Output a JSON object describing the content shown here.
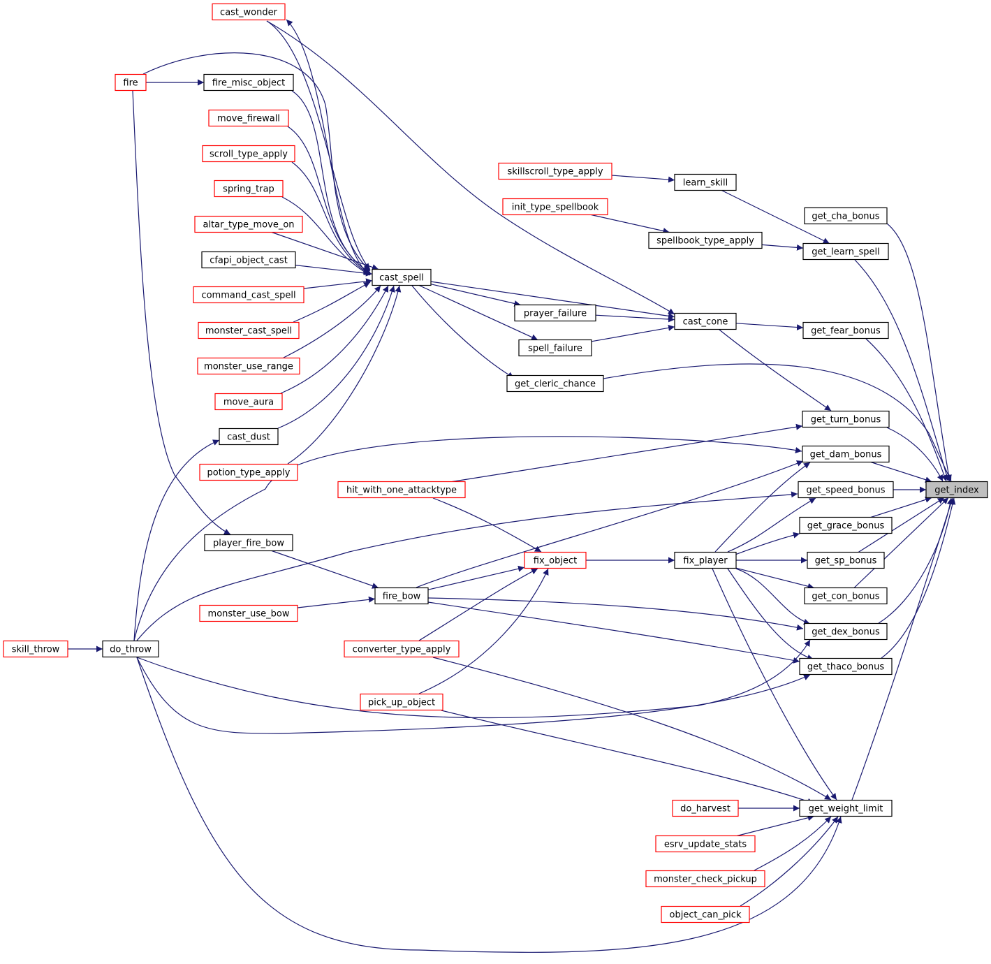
{
  "colors": {
    "edge": "#191970",
    "linked_border": "#ff0000",
    "plain_border": "#000000",
    "focus_fill": "#bfbfbf",
    "node_fill": "#ffffff"
  },
  "nodes": {
    "get_index": {
      "label": "get_index",
      "style": "focus"
    },
    "get_cha_bonus": {
      "label": "get_cha_bonus",
      "style": "plain"
    },
    "get_learn_spell": {
      "label": "get_learn_spell",
      "style": "plain"
    },
    "get_fear_bonus": {
      "label": "get_fear_bonus",
      "style": "plain"
    },
    "get_turn_bonus": {
      "label": "get_turn_bonus",
      "style": "plain"
    },
    "get_dam_bonus": {
      "label": "get_dam_bonus",
      "style": "plain"
    },
    "get_speed_bonus": {
      "label": "get_speed_bonus",
      "style": "plain"
    },
    "get_grace_bonus": {
      "label": "get_grace_bonus",
      "style": "plain"
    },
    "get_sp_bonus": {
      "label": "get_sp_bonus",
      "style": "plain"
    },
    "get_con_bonus": {
      "label": "get_con_bonus",
      "style": "plain"
    },
    "get_dex_bonus": {
      "label": "get_dex_bonus",
      "style": "plain"
    },
    "get_thaco_bonus": {
      "label": "get_thaco_bonus",
      "style": "plain"
    },
    "get_weight_limit": {
      "label": "get_weight_limit",
      "style": "plain"
    },
    "learn_skill": {
      "label": "learn_skill",
      "style": "plain"
    },
    "spellbook_type_apply": {
      "label": "spellbook_type_apply",
      "style": "plain"
    },
    "cast_cone": {
      "label": "cast_cone",
      "style": "plain"
    },
    "fix_player": {
      "label": "fix_player",
      "style": "plain"
    },
    "skillscroll_type_apply": {
      "label": "skillscroll_type_apply",
      "style": "linked"
    },
    "init_type_spellbook": {
      "label": "init_type_spellbook",
      "style": "linked"
    },
    "prayer_failure": {
      "label": "prayer_failure",
      "style": "plain"
    },
    "spell_failure": {
      "label": "spell_failure",
      "style": "plain"
    },
    "get_cleric_chance": {
      "label": "get_cleric_chance",
      "style": "plain"
    },
    "fix_object": {
      "label": "fix_object",
      "style": "linked"
    },
    "do_harvest": {
      "label": "do_harvest",
      "style": "linked"
    },
    "esrv_update_stats": {
      "label": "esrv_update_stats",
      "style": "linked"
    },
    "monster_check_pickup": {
      "label": "monster_check_pickup",
      "style": "linked"
    },
    "object_can_pick": {
      "label": "object_can_pick",
      "style": "linked"
    },
    "cast_spell": {
      "label": "cast_spell",
      "style": "plain"
    },
    "hit_with_one_attacktype": {
      "label": "hit_with_one_attacktype",
      "style": "linked"
    },
    "fire_bow": {
      "label": "fire_bow",
      "style": "plain"
    },
    "converter_type_apply": {
      "label": "converter_type_apply",
      "style": "linked"
    },
    "pick_up_object": {
      "label": "pick_up_object",
      "style": "linked"
    },
    "cast_wonder": {
      "label": "cast_wonder",
      "style": "linked"
    },
    "fire_misc_object": {
      "label": "fire_misc_object",
      "style": "plain"
    },
    "move_firewall": {
      "label": "move_firewall",
      "style": "linked"
    },
    "scroll_type_apply": {
      "label": "scroll_type_apply",
      "style": "linked"
    },
    "spring_trap": {
      "label": "spring_trap",
      "style": "linked"
    },
    "altar_type_move_on": {
      "label": "altar_type_move_on",
      "style": "linked"
    },
    "cfapi_object_cast": {
      "label": "cfapi_object_cast",
      "style": "plain"
    },
    "command_cast_spell": {
      "label": "command_cast_spell",
      "style": "linked"
    },
    "monster_cast_spell": {
      "label": "monster_cast_spell",
      "style": "linked"
    },
    "monster_use_range": {
      "label": "monster_use_range",
      "style": "linked"
    },
    "move_aura": {
      "label": "move_aura",
      "style": "linked"
    },
    "cast_dust": {
      "label": "cast_dust",
      "style": "plain"
    },
    "potion_type_apply": {
      "label": "potion_type_apply",
      "style": "linked"
    },
    "player_fire_bow": {
      "label": "player_fire_bow",
      "style": "plain"
    },
    "monster_use_bow": {
      "label": "monster_use_bow",
      "style": "linked"
    },
    "fire": {
      "label": "fire",
      "style": "linked"
    },
    "do_throw": {
      "label": "do_throw",
      "style": "plain"
    },
    "skill_throw": {
      "label": "skill_throw",
      "style": "linked"
    }
  },
  "edges": [
    [
      "get_cha_bonus",
      "get_index"
    ],
    [
      "get_learn_spell",
      "get_index"
    ],
    [
      "get_fear_bonus",
      "get_index"
    ],
    [
      "get_turn_bonus",
      "get_index"
    ],
    [
      "get_dam_bonus",
      "get_index"
    ],
    [
      "get_speed_bonus",
      "get_index"
    ],
    [
      "get_grace_bonus",
      "get_index"
    ],
    [
      "get_sp_bonus",
      "get_index"
    ],
    [
      "get_con_bonus",
      "get_index"
    ],
    [
      "get_dex_bonus",
      "get_index"
    ],
    [
      "get_thaco_bonus",
      "get_index"
    ],
    [
      "get_weight_limit",
      "get_index"
    ],
    [
      "get_cleric_chance",
      "get_index"
    ],
    [
      "learn_skill",
      "get_learn_spell"
    ],
    [
      "spellbook_type_apply",
      "get_learn_spell"
    ],
    [
      "skillscroll_type_apply",
      "learn_skill"
    ],
    [
      "init_type_spellbook",
      "spellbook_type_apply"
    ],
    [
      "cast_cone",
      "get_fear_bonus"
    ],
    [
      "cast_cone",
      "get_turn_bonus"
    ],
    [
      "cast_spell",
      "cast_cone"
    ],
    [
      "prayer_failure",
      "cast_cone"
    ],
    [
      "spell_failure",
      "cast_cone"
    ],
    [
      "cast_wonder",
      "cast_cone"
    ],
    [
      "cast_spell",
      "prayer_failure"
    ],
    [
      "cast_spell",
      "spell_failure"
    ],
    [
      "cast_spell",
      "get_cleric_chance"
    ],
    [
      "fix_player",
      "get_dam_bonus"
    ],
    [
      "fix_player",
      "get_speed_bonus"
    ],
    [
      "fix_player",
      "get_grace_bonus"
    ],
    [
      "fix_player",
      "get_sp_bonus"
    ],
    [
      "fix_player",
      "get_con_bonus"
    ],
    [
      "fix_player",
      "get_dex_bonus"
    ],
    [
      "fix_player",
      "get_thaco_bonus"
    ],
    [
      "fix_player",
      "get_weight_limit"
    ],
    [
      "fix_object",
      "fix_player"
    ],
    [
      "hit_with_one_attacktype",
      "get_turn_bonus"
    ],
    [
      "fire_bow",
      "get_dam_bonus"
    ],
    [
      "fire_bow",
      "get_dex_bonus"
    ],
    [
      "fire_bow",
      "get_thaco_bonus"
    ],
    [
      "do_throw",
      "get_dam_bonus"
    ],
    [
      "do_throw",
      "get_speed_bonus"
    ],
    [
      "do_throw",
      "get_dex_bonus"
    ],
    [
      "do_throw",
      "get_thaco_bonus"
    ],
    [
      "do_throw",
      "get_weight_limit"
    ],
    [
      "do_harvest",
      "get_weight_limit"
    ],
    [
      "esrv_update_stats",
      "get_weight_limit"
    ],
    [
      "monster_check_pickup",
      "get_weight_limit"
    ],
    [
      "object_can_pick",
      "get_weight_limit"
    ],
    [
      "converter_type_apply",
      "get_weight_limit"
    ],
    [
      "pick_up_object",
      "get_weight_limit"
    ],
    [
      "hit_with_one_attacktype",
      "fix_object"
    ],
    [
      "fire_bow",
      "fix_object"
    ],
    [
      "converter_type_apply",
      "fix_object"
    ],
    [
      "pick_up_object",
      "fix_object"
    ],
    [
      "cast_wonder",
      "cast_spell"
    ],
    [
      "fire_misc_object",
      "cast_spell"
    ],
    [
      "move_firewall",
      "cast_spell"
    ],
    [
      "scroll_type_apply",
      "cast_spell"
    ],
    [
      "spring_trap",
      "cast_spell"
    ],
    [
      "altar_type_move_on",
      "cast_spell"
    ],
    [
      "cfapi_object_cast",
      "cast_spell"
    ],
    [
      "command_cast_spell",
      "cast_spell"
    ],
    [
      "monster_cast_spell",
      "cast_spell"
    ],
    [
      "monster_use_range",
      "cast_spell"
    ],
    [
      "move_aura",
      "cast_spell"
    ],
    [
      "cast_dust",
      "cast_spell"
    ],
    [
      "potion_type_apply",
      "cast_spell"
    ],
    [
      "fire",
      "cast_spell"
    ],
    [
      "cast_spell",
      "cast_wonder"
    ],
    [
      "fire",
      "fire_misc_object"
    ],
    [
      "player_fire_bow",
      "fire_bow"
    ],
    [
      "monster_use_bow",
      "fire_bow"
    ],
    [
      "fire",
      "player_fire_bow"
    ],
    [
      "do_throw",
      "cast_dust"
    ],
    [
      "skill_throw",
      "do_throw"
    ]
  ]
}
